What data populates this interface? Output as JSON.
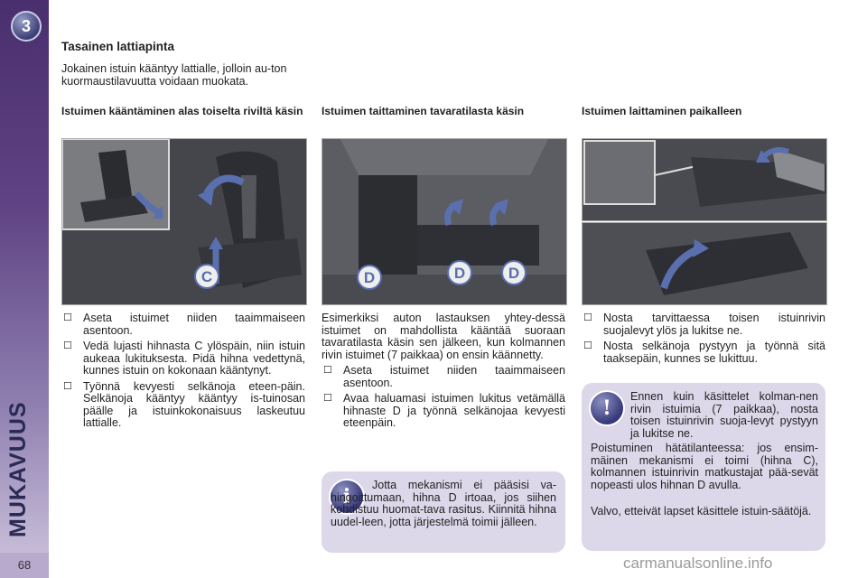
{
  "sidebar": {
    "chapter_number": "3",
    "chapter_title": "MUKAVUUS",
    "page_number": "68"
  },
  "section": {
    "title": "Tasainen lattiapinta",
    "intro": "Jokainen istuin kääntyy lattialle, jolloin au-ton kuormaustilavuutta voidaan muokata."
  },
  "col1": {
    "heading": "Istuimen kääntäminen alas toiselta riviltä käsin",
    "photo_label": "C",
    "bullets": [
      "Aseta istuimet niiden taaimmaiseen asentoon.",
      "Vedä lujasti hihnasta C ylöspäin, niin istuin aukeaa lukituksesta. Pidä hihna vedettynä, kunnes istuin on kokonaan kääntynyt.",
      "Työnnä kevyesti selkänoja eteen-päin. Selkänoja kääntyy kääntyy is-tuinosan päälle ja istuinkokonaisuus laskeutuu lattialle."
    ]
  },
  "col2": {
    "heading": "Istuimen taittaminen tavaratilasta käsin",
    "photo_labels": [
      "D",
      "D",
      "D"
    ],
    "paragraph": "Esimerkiksi auton lastauksen yhtey-dessä istuimet on mahdollista kääntää suoraan tavaratilasta käsin sen jälkeen, kun kolmannen rivin istuimet (7 paikkaa) on ensin käännetty.",
    "bullets": [
      "Aseta istuimet niiden taaimmaiseen asentoon.",
      "Avaa haluamasi istuimen lukitus vetämällä hihnaste D ja työnnä selkänojaa kevyesti eteenpäin."
    ],
    "info_icon": "i",
    "info_text": "Jotta mekanismi ei pääsisi va-hingoittumaan, hihna D irtoaa, jos siihen kohdistuu huomat-tava rasitus. Kiinnitä hihna uudel-leen, jotta järjestelmä toimii jälleen."
  },
  "col3": {
    "heading": "Istuimen laittaminen paikalleen",
    "bullets": [
      "Nosta tarvittaessa toisen istuinrivin suojalevyt ylös ja lukitse ne.",
      "Nosta selkänoja pystyyn ja työnnä sitä taaksepäin, kunnes se lukittuu."
    ],
    "warning_icon": "!",
    "warning_text_1": "Ennen kuin käsittelet kolman-nen rivin istuimia (7 paikkaa), nosta toisen istuinrivin suoja-levyt pystyyn ja lukitse ne.",
    "warning_text_2": "Poistuminen hätätilanteessa: jos ensim-mäinen mekanismi ei toimi (hihna C), kolmannen istuinrivin matkustajat pää-sevät nopeasti ulos hihnan D avulla.",
    "warning_text_3": "Valvo, etteivät lapset käsittele istuin-säätöjä."
  },
  "watermark": "carmanualsonline.info",
  "colors": {
    "sidebar_top": "#4a2f6e",
    "note_bg": "#dcd8ea",
    "arrow": "#5a6fae"
  }
}
